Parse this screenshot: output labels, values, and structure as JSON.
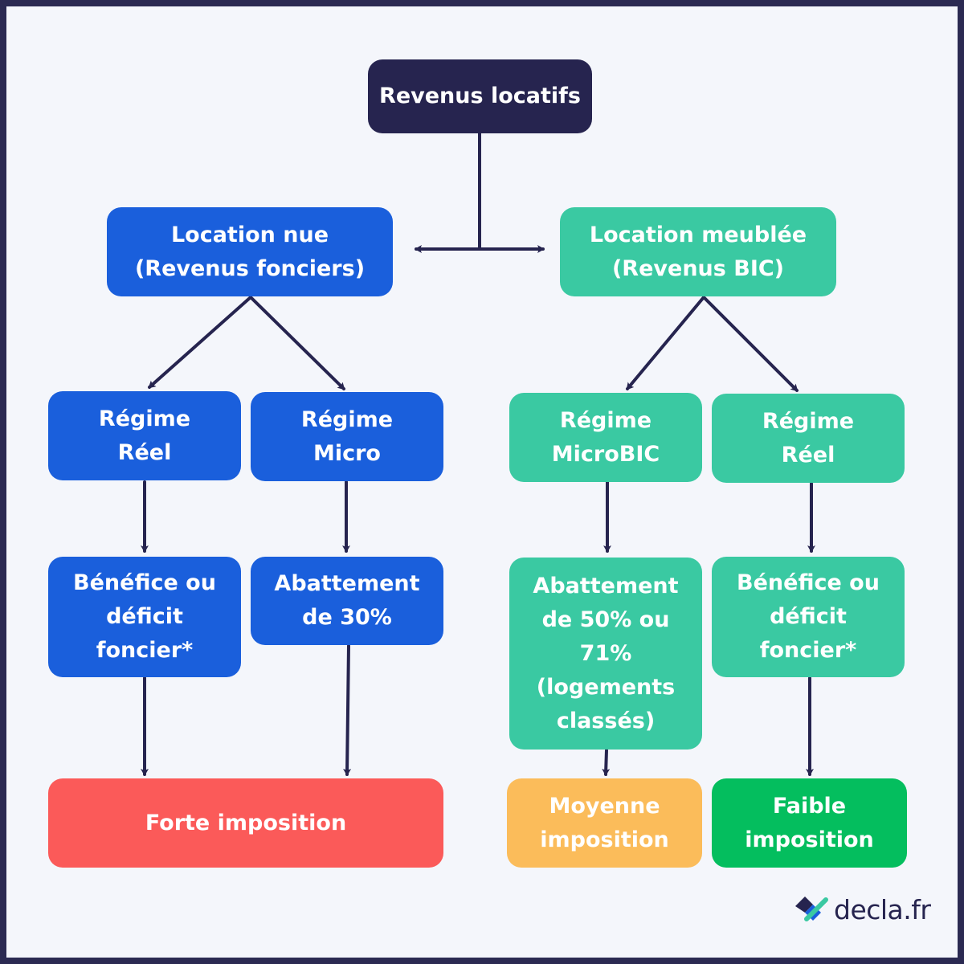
{
  "colors": {
    "root": "#26244f",
    "blue": "#1a5fdc",
    "teal": "#3ac9a2",
    "red": "#fb5a59",
    "orange": "#fbbc5a",
    "green": "#04be5e",
    "arrow": "#26244f"
  },
  "root": {
    "label": "Revenus locatifs"
  },
  "nue": {
    "label": "Location nue\n(Revenus fonciers)",
    "reel": {
      "label": "Régime\nRéel"
    },
    "micro": {
      "label": "Régime\nMicro"
    },
    "benefice": {
      "label": "Bénéfice ou\ndéficit\nfoncier*"
    },
    "abattement": {
      "label": "Abattement\nde 30%"
    }
  },
  "meublee": {
    "label": "Location meublée\n(Revenus BIC)",
    "microbic": {
      "label": "Régime\nMicroBIC"
    },
    "reel": {
      "label": "Régime\nRéel"
    },
    "abattement": {
      "label": "Abattement\nde 50% ou\n71%\n(logements\nclassés)"
    },
    "benefice": {
      "label": "Bénéfice ou\ndéficit\nfoncier*"
    }
  },
  "outcomes": {
    "forte": "Forte imposition",
    "moyenne": "Moyenne\nimposition",
    "faible": "Faible\nimposition"
  },
  "logo": {
    "text": "decla.fr",
    "icon": "decla-logo-icon"
  }
}
